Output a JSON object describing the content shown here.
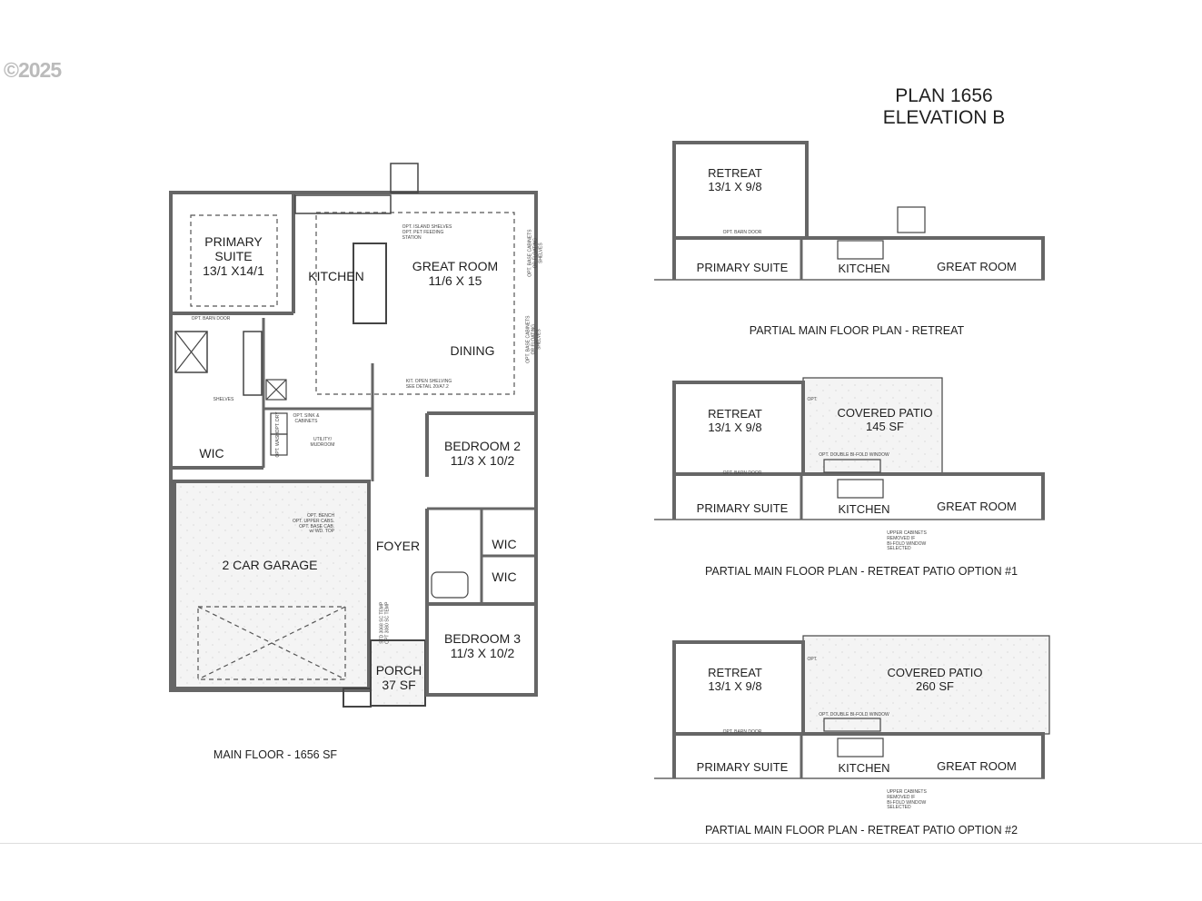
{
  "copyright": "©2025",
  "title": {
    "line1": "PLAN 1656",
    "line2": "ELEVATION B"
  },
  "main_floor": {
    "caption": "MAIN FLOOR - 1656 SF",
    "rooms": {
      "primary_suite": [
        "PRIMARY",
        "SUITE",
        "13/1 X14/1"
      ],
      "kitchen": "KITCHEN",
      "great_room": [
        "GREAT ROOM",
        "11/6 X 15"
      ],
      "dining": "DINING",
      "wic_primary": "WIC",
      "bedroom2": [
        "BEDROOM 2",
        "11/3 X 10/2"
      ],
      "wic_bed2": "WIC",
      "wic_bed3": "WIC",
      "foyer": "FOYER",
      "garage": "2 CAR GARAGE",
      "bedroom3": [
        "BEDROOM 3",
        "11/3 X 10/2"
      ],
      "porch": [
        "PORCH",
        "37 SF"
      ]
    },
    "notes": {
      "barn_door": "OPT. BARN DOOR",
      "island": [
        "OPT. ISLAND SHELVES",
        "OPT. PET FEEDING",
        "STATION"
      ],
      "base_cab_top": [
        "OPT. BASE CABINETS",
        "OR FLOATING",
        "SHELVES"
      ],
      "base_cab_bottom": [
        "OPT. BASE CABINETS",
        "OR FLOATING",
        "SHELVES"
      ],
      "open_shelving": [
        "KIT. OPEN SHELVING",
        "SEE DETAIL 20/A7.2"
      ],
      "shelves": "SHELVES",
      "sink": [
        "OPT. SINK &",
        "CABINETS"
      ],
      "dry": "OPT. DRY",
      "wash": "OPT. WASH",
      "utility": [
        "UTILITY/",
        "MUDROOM"
      ],
      "bench": [
        "OPT. BENCH",
        "OPT. UPPER CABS.",
        "OPT. BASE CAB.",
        "w/ WD. TOP"
      ],
      "porch_door": [
        "STD 3068 SC TEMP",
        "OPT 3080 SC TEMP"
      ]
    }
  },
  "partial_plans": [
    {
      "caption": "PARTIAL MAIN FLOOR PLAN - RETREAT",
      "retreat": [
        "RETREAT",
        "13/1 X 9/8"
      ],
      "primary_suite": "PRIMARY SUITE",
      "kitchen": "KITCHEN",
      "great_room": "GREAT ROOM",
      "barn_door": "OPT. BARN DOOR"
    },
    {
      "caption": "PARTIAL MAIN FLOOR PLAN - RETREAT PATIO OPTION #1",
      "retreat": [
        "RETREAT",
        "13/1 X 9/8"
      ],
      "patio": [
        "COVERED PATIO",
        "145 SF"
      ],
      "primary_suite": "PRIMARY SUITE",
      "kitchen": "KITCHEN",
      "great_room": "GREAT ROOM",
      "barn_door": "OPT. BARN DOOR",
      "opt": "OPT.",
      "window": "OPT. DOUBLE BI-FOLD WINDOW",
      "upper_cab": [
        "UPPER CABINETS",
        "REMOVED IF",
        "BI-FOLD WINDOW",
        "SELECTED"
      ]
    },
    {
      "caption": "PARTIAL MAIN FLOOR PLAN - RETREAT PATIO OPTION #2",
      "retreat": [
        "RETREAT",
        "13/1 X 9/8"
      ],
      "patio": [
        "COVERED PATIO",
        "260 SF"
      ],
      "primary_suite": "PRIMARY SUITE",
      "kitchen": "KITCHEN",
      "great_room": "GREAT ROOM",
      "barn_door": "OPT. BARN DOOR",
      "opt": "OPT.",
      "window": "OPT. DOUBLE BI-FOLD WINDOW",
      "upper_cab": [
        "UPPER CABINETS",
        "REMOVED IF",
        "BI-FOLD WINDOW",
        "SELECTED"
      ]
    }
  ],
  "colors": {
    "wall": "#555555",
    "fill": "#f3f3f3",
    "line": "#333333"
  }
}
